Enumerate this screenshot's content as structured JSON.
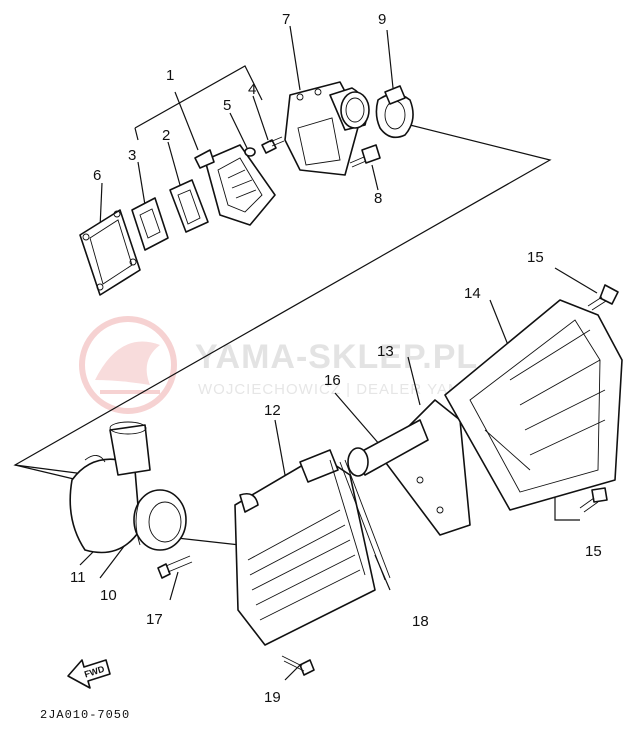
{
  "diagram": {
    "callouts": [
      "1",
      "2",
      "3",
      "4",
      "5",
      "6",
      "7",
      "8",
      "9",
      "10",
      "11",
      "12",
      "13",
      "14",
      "15",
      "15",
      "16",
      "17",
      "18",
      "19"
    ],
    "fwd_label": "FWD",
    "drawing_code": "2JA010-7050",
    "watermark": {
      "title": "YAMA-SKLEP.PL",
      "subtitle": "WOJCIECHOWICZ | DEALER YAMAHA"
    }
  }
}
